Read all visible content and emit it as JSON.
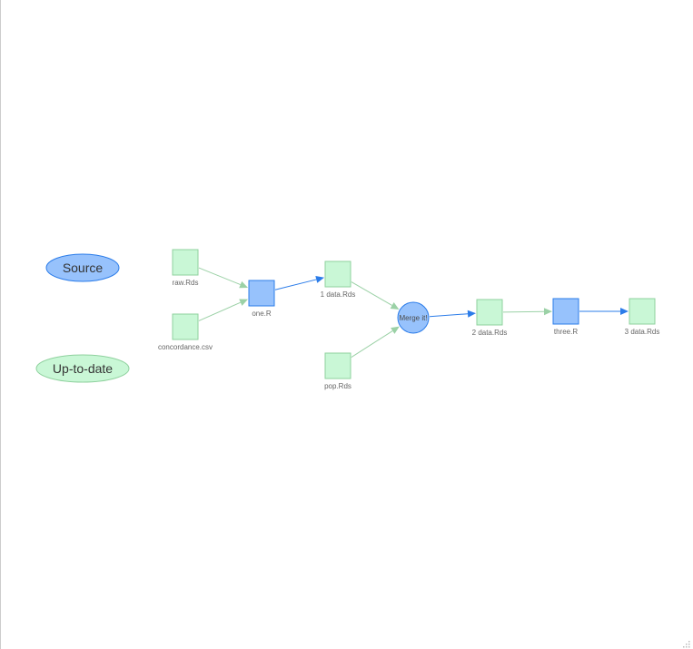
{
  "colors": {
    "source_fill": "#97c2fc",
    "source_stroke": "#2b7ce9",
    "uptodate_fill": "#c9f7d6",
    "uptodate_stroke": "#8fd19e",
    "edge_blue": "#2b7ce9",
    "edge_green": "#9bd1a6",
    "label": "#666666",
    "left_border": "#cccccc"
  },
  "legend": [
    {
      "id": "legend-source",
      "label": "Source",
      "status": "source"
    },
    {
      "id": "legend-uptodate",
      "label": "Up-to-date",
      "status": "uptodate"
    }
  ],
  "nodes": [
    {
      "id": "raw",
      "label": "raw.Rds",
      "shape": "square",
      "status": "uptodate"
    },
    {
      "id": "concordance",
      "label": "concordance.csv",
      "shape": "square",
      "status": "uptodate"
    },
    {
      "id": "one",
      "label": "one.R",
      "shape": "square",
      "status": "source"
    },
    {
      "id": "data1",
      "label": "1 data.Rds",
      "shape": "square",
      "status": "uptodate"
    },
    {
      "id": "pop",
      "label": "pop.Rds",
      "shape": "square",
      "status": "uptodate"
    },
    {
      "id": "merge",
      "label": "Merge it!",
      "shape": "circle",
      "status": "source"
    },
    {
      "id": "data2",
      "label": "2 data.Rds",
      "shape": "square",
      "status": "uptodate"
    },
    {
      "id": "three",
      "label": "three.R",
      "shape": "square",
      "status": "source"
    },
    {
      "id": "data3",
      "label": "3 data.Rds",
      "shape": "square",
      "status": "uptodate"
    }
  ],
  "edges": [
    {
      "from": "raw",
      "to": "one",
      "status": "uptodate"
    },
    {
      "from": "concordance",
      "to": "one",
      "status": "uptodate"
    },
    {
      "from": "one",
      "to": "data1",
      "status": "source"
    },
    {
      "from": "data1",
      "to": "merge",
      "status": "uptodate"
    },
    {
      "from": "pop",
      "to": "merge",
      "status": "uptodate"
    },
    {
      "from": "merge",
      "to": "data2",
      "status": "source"
    },
    {
      "from": "data2",
      "to": "three",
      "status": "uptodate"
    },
    {
      "from": "three",
      "to": "data3",
      "status": "source"
    }
  ]
}
